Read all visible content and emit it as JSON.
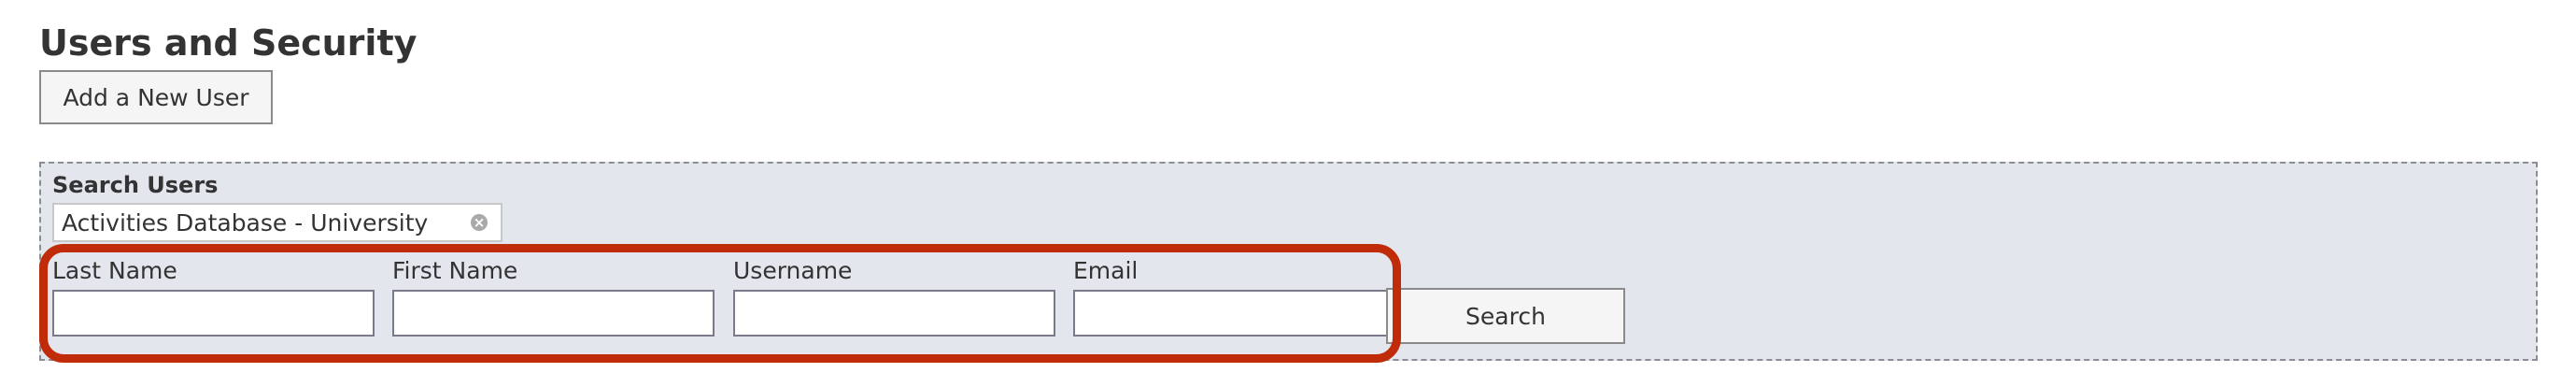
{
  "page": {
    "title": "Users and Security"
  },
  "actions": {
    "add_user_label": "Add a New User"
  },
  "search": {
    "heading": "Search Users",
    "database_chip": {
      "label": "Activities Database - University",
      "clear_icon": "clear-circle-icon"
    },
    "fields": [
      {
        "label": "Last Name",
        "value": "",
        "placeholder": ""
      },
      {
        "label": "First Name",
        "value": "",
        "placeholder": ""
      },
      {
        "label": "Username",
        "value": "",
        "placeholder": ""
      },
      {
        "label": "Email",
        "value": "",
        "placeholder": ""
      }
    ],
    "submit_label": "Search"
  },
  "colors": {
    "panel_background": "#e4e6ee",
    "highlight": "#c02b0a",
    "text": "#333333"
  }
}
